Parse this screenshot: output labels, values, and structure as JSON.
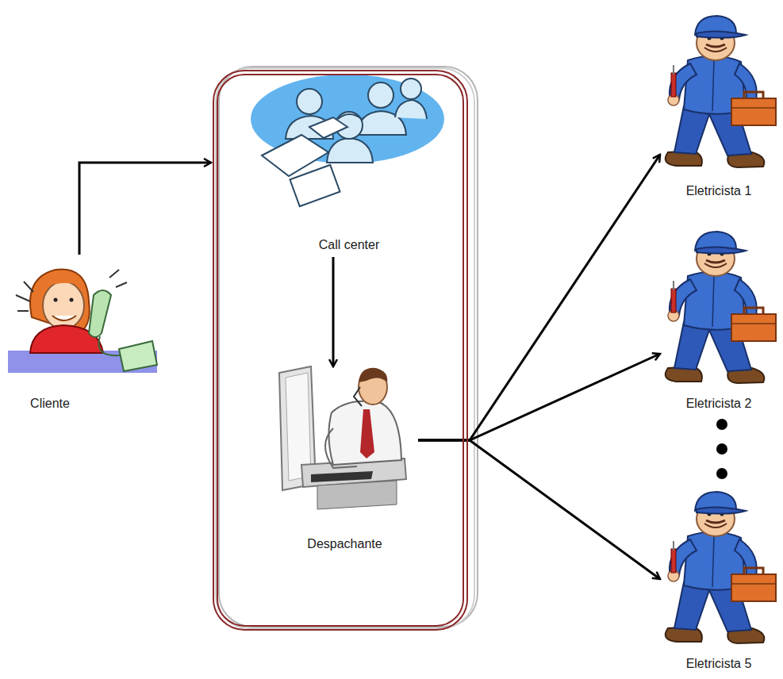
{
  "diagram": {
    "nodes": [
      {
        "text": [
          "Cliente"
        ]
      },
      {
        "text": []
      },
      {
        "text": [
          "Call center"
        ],
        "in": 1
      },
      {
        "text": [
          "Despachante"
        ],
        "in": 1
      },
      {
        "text": [
          "Eletricista 1"
        ]
      },
      {
        "text": [
          "Eletricista 2"
        ]
      },
      {
        "text": [
          "Eletricista 5"
        ]
      }
    ],
    "edges": [
      {
        "from": 0,
        "to": 1,
        "arrow": "to"
      },
      {
        "from": 2,
        "to": 3,
        "arrow": "to"
      },
      {
        "from": 3,
        "to": 4,
        "arrow": "to"
      },
      {
        "from": 3,
        "to": 5,
        "arrow": "to"
      },
      {
        "from": 3,
        "to": 6,
        "arrow": "to"
      }
    ]
  }
}
